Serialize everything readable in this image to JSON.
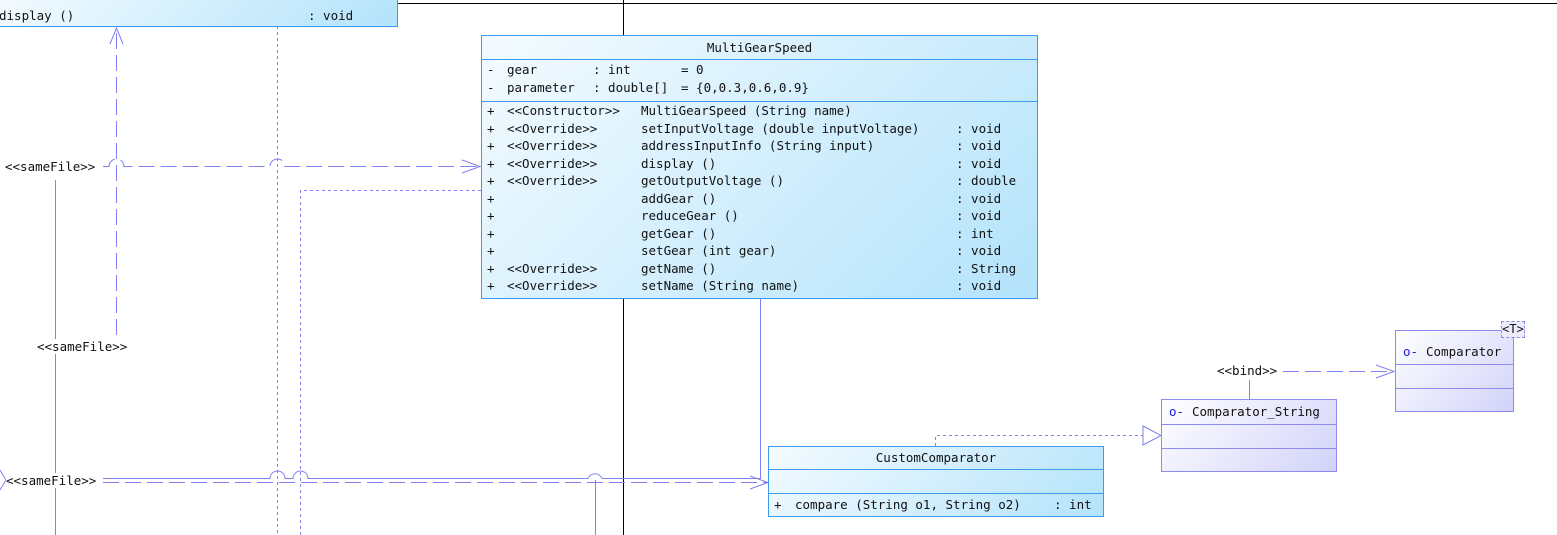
{
  "top_class": {
    "methods": [
      {
        "name": "display ()",
        "return": ": void"
      }
    ]
  },
  "multigear": {
    "title": "MultiGearSpeed",
    "attributes": [
      {
        "vis": "-",
        "name": "gear",
        "type": ": int",
        "default": "= 0"
      },
      {
        "vis": "-",
        "name": "parameter",
        "type": ": double[]",
        "default": "= {0,0.3,0.6,0.9}"
      }
    ],
    "methods": [
      {
        "vis": "+",
        "stereo": "<<Constructor>>",
        "name": "MultiGearSpeed (String name)",
        "return": ""
      },
      {
        "vis": "+",
        "stereo": "<<Override>>",
        "name": "setInputVoltage (double inputVoltage)",
        "return": ": void"
      },
      {
        "vis": "+",
        "stereo": "<<Override>>",
        "name": "addressInputInfo (String input)",
        "return": ": void"
      },
      {
        "vis": "+",
        "stereo": "<<Override>>",
        "name": "display ()",
        "return": ": void"
      },
      {
        "vis": "+",
        "stereo": "<<Override>>",
        "name": "getOutputVoltage ()",
        "return": ": double"
      },
      {
        "vis": "+",
        "stereo": "",
        "name": "addGear ()",
        "return": ": void"
      },
      {
        "vis": "+",
        "stereo": "",
        "name": "reduceGear ()",
        "return": ": void"
      },
      {
        "vis": "+",
        "stereo": "",
        "name": "getGear ()",
        "return": ": int"
      },
      {
        "vis": "+",
        "stereo": "",
        "name": "setGear (int gear)",
        "return": ": void"
      },
      {
        "vis": "+",
        "stereo": "<<Override>>",
        "name": "getName ()",
        "return": ": String"
      },
      {
        "vis": "+",
        "stereo": "<<Override>>",
        "name": "setName (String name)",
        "return": ": void"
      }
    ]
  },
  "custom_comparator": {
    "title": "CustomComparator",
    "methods": [
      {
        "vis": "+",
        "name": "compare (String o1, String o2)",
        "return": ": int"
      }
    ]
  },
  "comparator_string": {
    "icon": "interface-lollipop-icon",
    "title": "Comparator_String"
  },
  "comparator": {
    "icon": "interface-lollipop-icon",
    "title": "Comparator",
    "template_param": "<T>"
  },
  "labels": {
    "samefile_1": "<<sameFile>>",
    "samefile_2": "<<sameFile>>",
    "samefile_3": "<<sameFile>>",
    "bind": "<<bind>>"
  },
  "colors": {
    "class_border": "#3d9af0",
    "class_fill": "#b3e3fb",
    "interface_border": "#8c8cf0",
    "connector": "#8080f0"
  }
}
